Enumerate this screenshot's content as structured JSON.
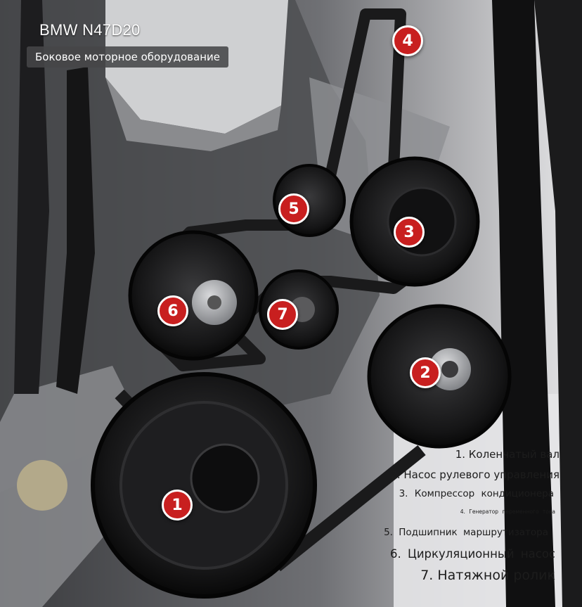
{
  "title": "BMW N47D20",
  "subtitle": "Боковое моторное оборудование",
  "markers": [
    "1",
    "2",
    "3",
    "4",
    "5",
    "6",
    "7"
  ],
  "legend": [
    "1. Коленчатый вал",
    "2. Насос рулевого управления",
    "3. Компрессор кондиционера",
    "4. Генератор переменного тока",
    "5. Подшипник маршрутизатора",
    "6. Циркуляционный насос",
    "7. Натяжной ролик"
  ],
  "colors": {
    "marker_fill": "#c81f1f",
    "marker_ring": "#ffffff",
    "legend_text": "#1c1c1c",
    "background_right": "#e6e6e8"
  }
}
